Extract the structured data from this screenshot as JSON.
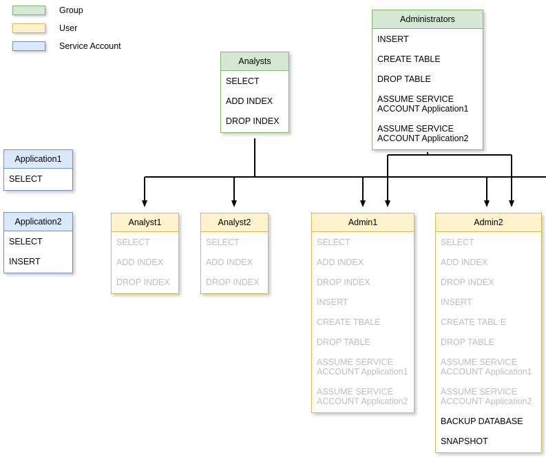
{
  "legend": {
    "items": [
      {
        "label": "Group",
        "swatch": "group-swatch",
        "color": "#d5e8d4",
        "border": "#82b366"
      },
      {
        "label": "User",
        "swatch": "user-swatch",
        "color": "#fff2cc",
        "border": "#d6b656"
      },
      {
        "label": "Service Account",
        "swatch": "service-swatch",
        "color": "#dae8fc",
        "border": "#6c8ebf"
      }
    ]
  },
  "nodes": {
    "administrators": {
      "title": "Administrators",
      "type": "Group",
      "permissions": [
        {
          "text": "INSERT",
          "inherited": false
        },
        {
          "text": "CREATE TABLE",
          "inherited": false
        },
        {
          "text": "DROP TABLE",
          "inherited": false
        },
        {
          "text": "ASSUME SERVICE\nACCOUNT Application1",
          "inherited": false
        },
        {
          "text": "ASSUME SERVICE\nACCOUNT Application2",
          "inherited": false
        }
      ]
    },
    "analysts": {
      "title": "Analysts",
      "type": "Group",
      "permissions": [
        {
          "text": "SELECT",
          "inherited": false
        },
        {
          "text": "ADD INDEX",
          "inherited": false
        },
        {
          "text": "DROP INDEX",
          "inherited": false
        }
      ]
    },
    "application1": {
      "title": "Application1",
      "type": "Service Account",
      "permissions": [
        {
          "text": "SELECT",
          "inherited": false
        }
      ]
    },
    "application2": {
      "title": "Application2",
      "type": "Service Account",
      "permissions": [
        {
          "text": "SELECT",
          "inherited": false
        },
        {
          "text": "INSERT",
          "inherited": false
        }
      ]
    },
    "analyst1": {
      "title": "Analyst1",
      "type": "User",
      "permissions": [
        {
          "text": "SELECT",
          "inherited": true
        },
        {
          "text": "ADD INDEX",
          "inherited": true
        },
        {
          "text": "DROP INDEX",
          "inherited": true
        }
      ]
    },
    "analyst2": {
      "title": "Analyst2",
      "type": "User",
      "permissions": [
        {
          "text": "SELECT",
          "inherited": true
        },
        {
          "text": "ADD INDEX",
          "inherited": true
        },
        {
          "text": "DROP INDEX",
          "inherited": true
        }
      ]
    },
    "admin1": {
      "title": "Admin1",
      "type": "User",
      "permissions": [
        {
          "text": "SELECT",
          "inherited": true
        },
        {
          "text": "ADD INDEX",
          "inherited": true
        },
        {
          "text": "DROP INDEX",
          "inherited": true
        },
        {
          "text": "INSERT",
          "inherited": true
        },
        {
          "text": "CREATE TBALE",
          "inherited": true
        },
        {
          "text": "DROP TABLE",
          "inherited": true
        },
        {
          "text": "ASSUME SERVICE\nACCOUNT Application1",
          "inherited": true
        },
        {
          "text": "ASSUME SERVICE\nACCOUNT Application2",
          "inherited": true
        }
      ]
    },
    "admin2": {
      "title": "Admin2",
      "type": "User",
      "permissions": [
        {
          "text": "SELECT",
          "inherited": true
        },
        {
          "text": "ADD INDEX",
          "inherited": true
        },
        {
          "text": "DROP INDEX",
          "inherited": true
        },
        {
          "text": "INSERT",
          "inherited": true
        },
        {
          "text": "CREATE TABL:E",
          "inherited": true
        },
        {
          "text": "DROP TABLE",
          "inherited": true
        },
        {
          "text": "ASSUME SERVICE\nACCOUNT Application1",
          "inherited": true
        },
        {
          "text": "ASSUME SERVICE\nACCOUNT Application2",
          "inherited": true
        },
        {
          "text": "BACKUP DATABASE",
          "inherited": false
        },
        {
          "text": "SNAPSHOT",
          "inherited": false
        }
      ]
    }
  }
}
